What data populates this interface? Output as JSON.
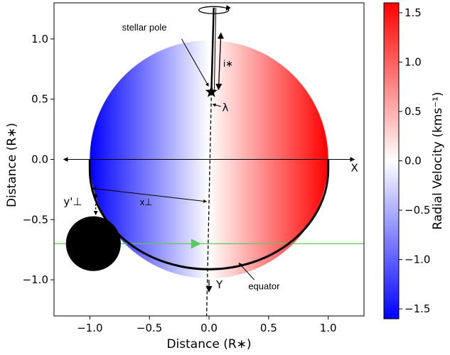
{
  "chart_data": {
    "type": "heatmap",
    "xlabel": "Distance (R∗)",
    "ylabel": "Distance (R∗)",
    "xlim": [
      -1.3,
      1.3
    ],
    "ylim": [
      -1.3,
      1.3
    ],
    "x_ticks": [
      "−1.0",
      "−0.5",
      "0.0",
      "0.5",
      "1.0"
    ],
    "y_ticks": [
      "1.0",
      "0.5",
      "0.0",
      "−0.5",
      "−1.0"
    ],
    "x_tick_values": [
      -1.0,
      -0.5,
      0.0,
      0.5,
      1.0
    ],
    "y_tick_values": [
      1.0,
      0.5,
      0.0,
      -0.5,
      -1.0
    ],
    "colorbar": {
      "label": "Radial Velocity (kms⁻¹)",
      "ticks": [
        "1.5",
        "1.0",
        "0.5",
        "0.0",
        "−0.5",
        "−1.0",
        "−1.5"
      ],
      "tick_values": [
        1.5,
        1.0,
        0.5,
        0.0,
        -0.5,
        -1.0,
        -1.5
      ],
      "range": [
        -1.6,
        1.6
      ],
      "colormap": "bwr",
      "colors": {
        "negative": "#0000ff",
        "zero": "#ffffff",
        "positive": "#ff0000"
      }
    },
    "star": {
      "center": [
        0.0,
        0.0
      ],
      "radius": 1.0
    },
    "planet": {
      "center": [
        -0.97,
        -0.7
      ],
      "radius": 0.23
    },
    "transit_chord_y": -0.7,
    "stellar_pole_point": [
      0.02,
      0.56
    ],
    "annotations": {
      "stellar_pole": "stellar pole",
      "inclination": "i∗",
      "lambda": "λ",
      "x_axis": "X",
      "y_axis": "Y",
      "x_perp": "x⊥",
      "y_perp": "y'⊥",
      "equator": "equator"
    },
    "colors": {
      "chord": "#5cc95c",
      "planet": "#000000",
      "axes": "#000000"
    }
  }
}
